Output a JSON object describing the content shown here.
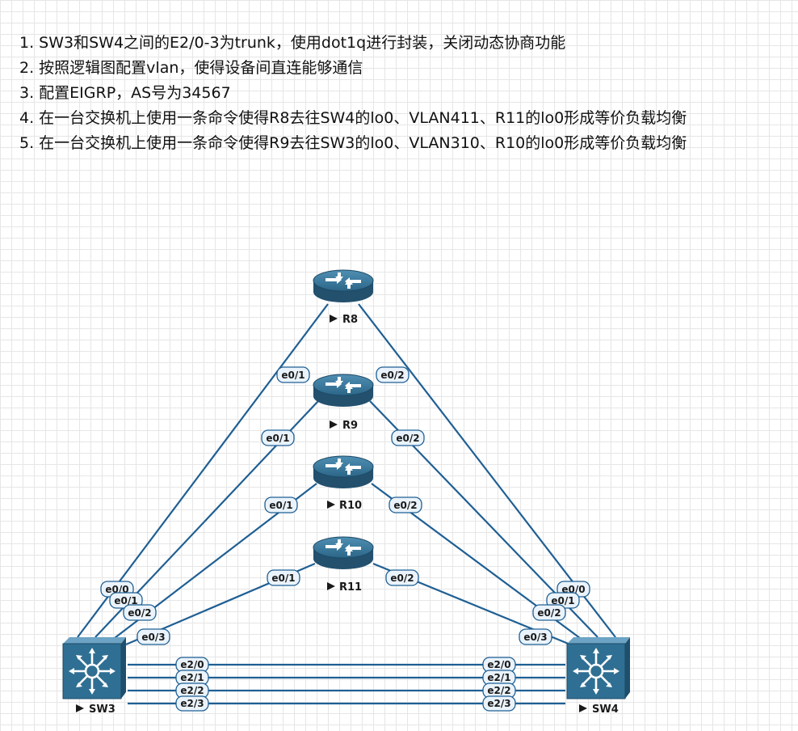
{
  "tasks": [
    "1. SW3和SW4之间的E2/0-3为trunk，使用dot1q进行封装，关闭动态协商功能",
    "2. 按照逻辑图配置vlan，使得设备间直连能够通信",
    "3. 配置EIGRP，AS号为34567",
    "4. 在一台交换机上使用一条命令使得R8去往SW4的lo0、VLAN411、R11的lo0形成等价负载均衡",
    "5. 在一台交换机上使用一条命令使得R9去往SW3的lo0、VLAN310、R10的lo0形成等价负载均衡"
  ],
  "devices": {
    "R8": "R8",
    "R9": "R9",
    "R10": "R10",
    "R11": "R11",
    "SW3": "SW3",
    "SW4": "SW4"
  },
  "ports": {
    "r8_left": "e0/1",
    "r8_right": "e0/2",
    "r9_left": "e0/1",
    "r9_right": "e0/2",
    "r10_left": "e0/1",
    "r10_right": "e0/2",
    "r11_left": "e0/1",
    "r11_right": "e0/2",
    "sw3_0": "e0/0",
    "sw3_1": "e0/1",
    "sw3_2": "e0/2",
    "sw3_3": "e0/3",
    "sw4_0": "e0/0",
    "sw4_1": "e0/1",
    "sw4_2": "e0/2",
    "sw4_3": "e0/3",
    "sw3_t0": "e2/0",
    "sw3_t1": "e2/1",
    "sw3_t2": "e2/2",
    "sw3_t3": "e2/3",
    "sw4_t0": "e2/0",
    "sw4_t1": "e2/1",
    "sw4_t2": "e2/2",
    "sw4_t3": "e2/3"
  },
  "colors": {
    "link": "#1f5f93",
    "device_body": "#2f6f93",
    "label_fill": "#eaf3fb"
  },
  "icons": {
    "router": "router-icon",
    "switch": "layer3-switch-icon"
  }
}
